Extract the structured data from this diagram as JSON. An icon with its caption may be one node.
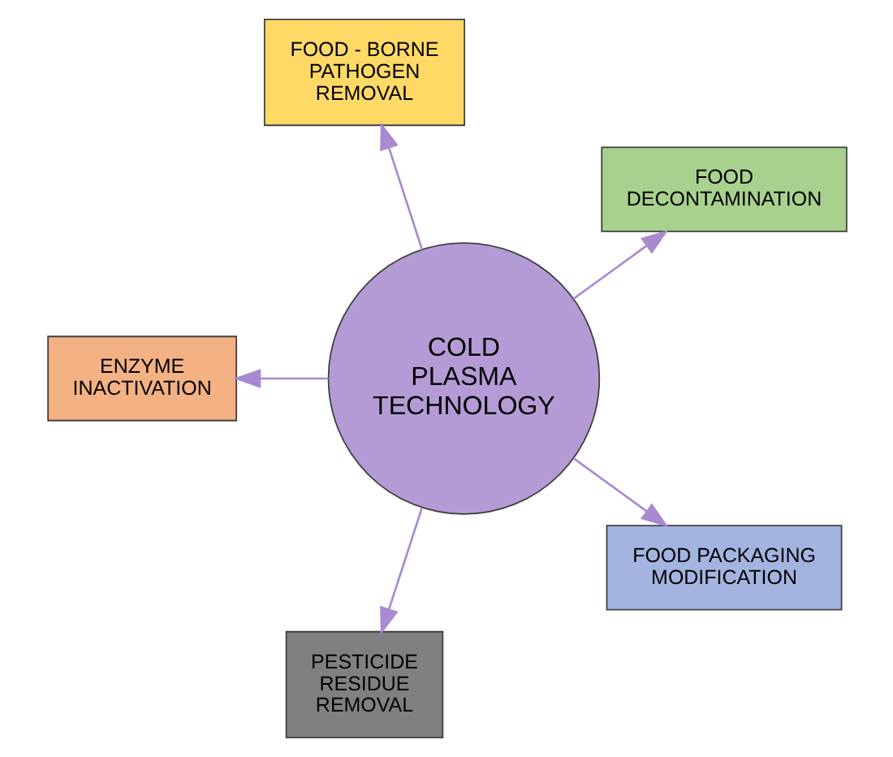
{
  "diagram": {
    "nodes": [
      {
        "text": [
          "COLD PLASMA TECHNOLOGY"
        ]
      },
      {
        "text": [
          "FOOD DECONTAMINATION"
        ]
      },
      {
        "text": [
          "FOOD - BORNE PATHOGEN REMOVAL"
        ]
      },
      {
        "text": [
          "ENZYME INACTIVATION"
        ]
      },
      {
        "text": [
          "PESTICIDE RESIDUE REMOVAL"
        ]
      },
      {
        "text": [
          "FOOD PACKAGING MODIFICATION"
        ]
      }
    ],
    "edges": [
      {
        "from": 0,
        "to": 1,
        "arrow": "to"
      },
      {
        "from": 0,
        "to": 2,
        "arrow": "to"
      },
      {
        "from": 0,
        "to": 3,
        "arrow": "to"
      },
      {
        "from": 0,
        "to": 4,
        "arrow": "to"
      },
      {
        "from": 0,
        "to": 5,
        "arrow": "to"
      }
    ]
  }
}
